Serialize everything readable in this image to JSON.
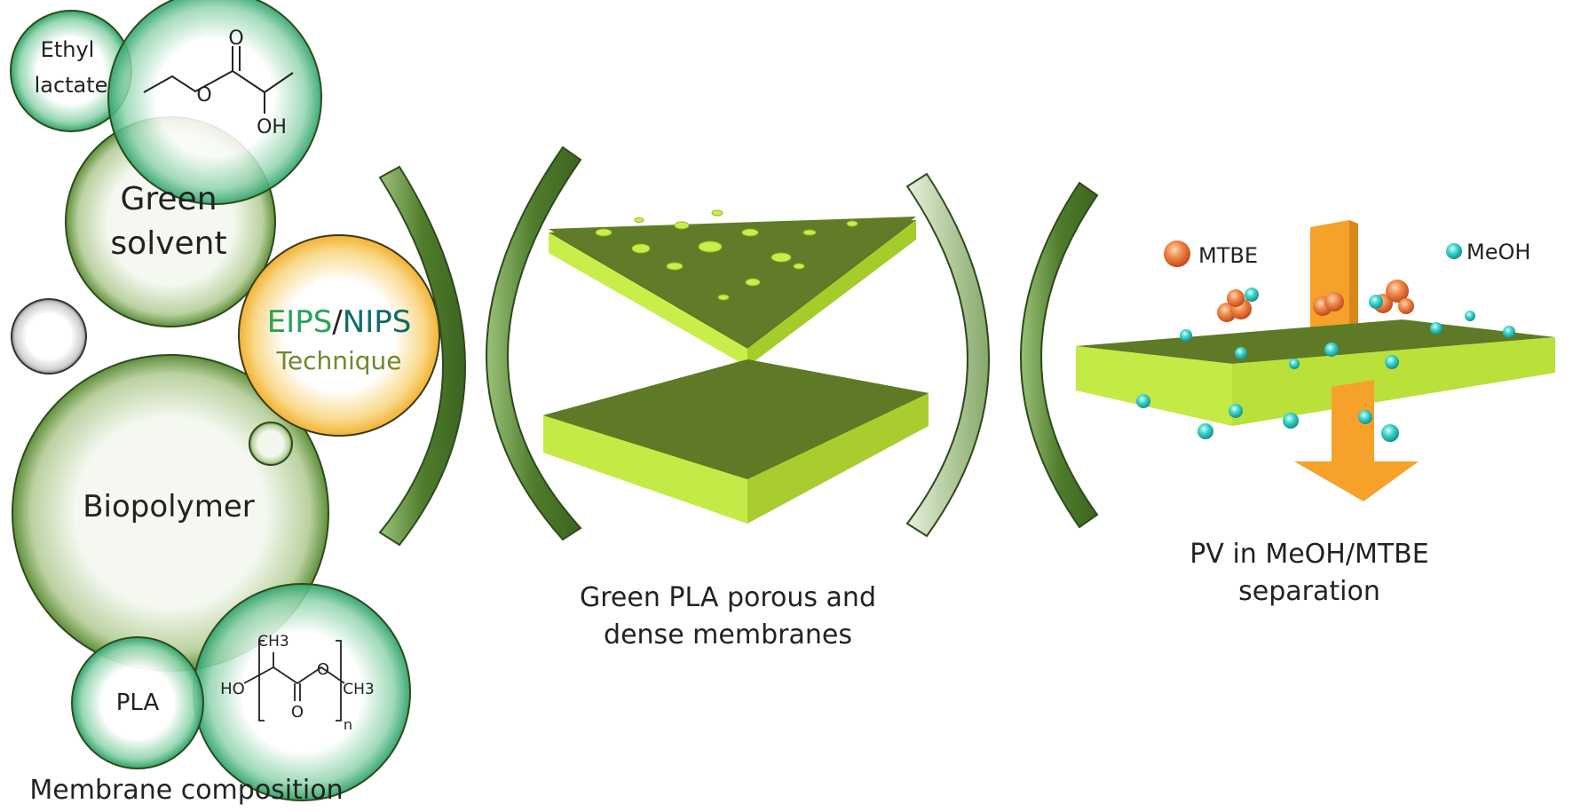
{
  "bubbles": {
    "ethyl_lactate": {
      "line1": "Ethyl",
      "line2": "lactate"
    },
    "ethyl_lactate_structure": {
      "oh": "OH",
      "o_ester": "O",
      "o_carbonyl": "O"
    },
    "green_solvent": {
      "line1": "Green",
      "line2": "solvent"
    },
    "technique": {
      "eips": "EIPS",
      "slash": "/",
      "nips": "NIPS",
      "label": "Technique"
    },
    "biopolymer": {
      "label": "Biopolymer"
    },
    "pla": {
      "label": "PLA"
    },
    "pla_structure": {
      "ch3_top": "CH3",
      "ho": "HO",
      "o_chain": "O",
      "o_carbonyl": "O",
      "ch3_end": "CH3",
      "n": "n"
    }
  },
  "captions": {
    "left": "Membrane composition",
    "middle_line1": "Green PLA  porous and",
    "middle_line2": "dense membranes",
    "right_line1": "PV in MeOH/MTBE",
    "right_line2": "separation"
  },
  "legend": {
    "mtbe": "MTBE",
    "meoh": "MeOH"
  },
  "colors": {
    "bubble_green": "#2fa36b",
    "bubble_olive": "#5f8f3a",
    "bubble_yellow": "#f2b233",
    "membrane_top": "#5e7a27",
    "membrane_side": "#b9e13a",
    "bracket": "#4f7d2b",
    "arrow": "#f5a12a",
    "mtbe_molecule": "#d95b24",
    "meoh_molecule": "#27c4bf",
    "eips_text": "#26a35a",
    "nips_text": "#0f6b6b",
    "technique_text": "#6b8a2a"
  }
}
